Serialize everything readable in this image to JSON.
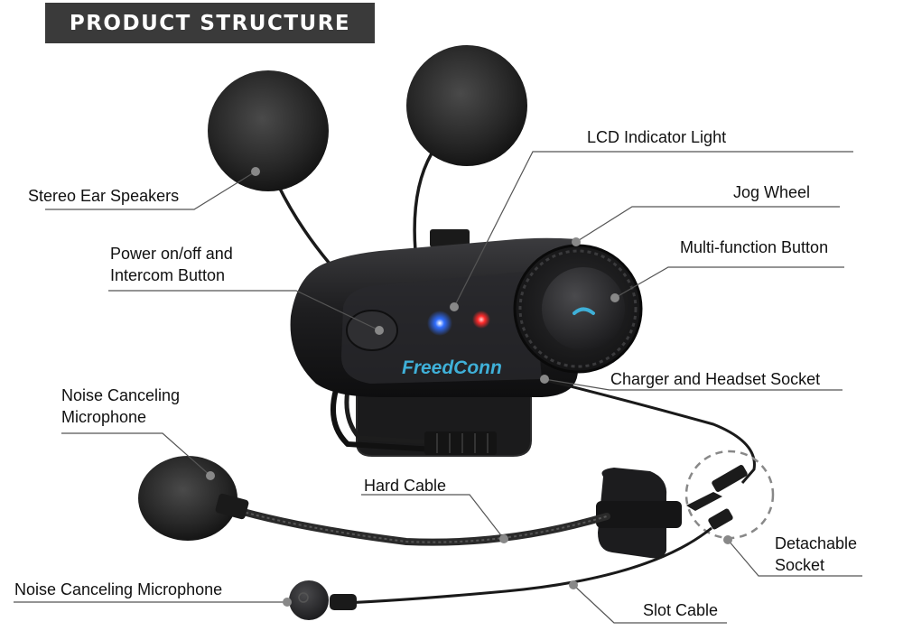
{
  "header": {
    "title": "PRODUCT STRUCTURE"
  },
  "device": {
    "brand_logo": "FreedConn"
  },
  "colors": {
    "banner": "#3a3a3a",
    "device_body": "#1c1c1e",
    "logo_accent": "#3fb0d8",
    "led_blue": "#2f6dff",
    "led_red": "#ff2a2a",
    "leader_line": "#555555"
  },
  "labels": {
    "stereo_ear_speakers": "Stereo Ear Speakers",
    "power_button_line1": "Power on/off and",
    "power_button_line2": "Intercom Button",
    "lcd_indicator_light": "LCD Indicator Light",
    "jog_wheel": "Jog Wheel",
    "multi_function_button": "Multi-function Button",
    "charger_socket": "Charger and Headset Socket",
    "noise_mic_boom_line1": "Noise Canceling",
    "noise_mic_boom_line2": "Microphone",
    "hard_cable": "Hard Cable",
    "detachable_socket_line1": "Detachable",
    "detachable_socket_line2": "Socket",
    "noise_mic_wired": "Noise Canceling Microphone",
    "slot_cable": "Slot Cable"
  }
}
